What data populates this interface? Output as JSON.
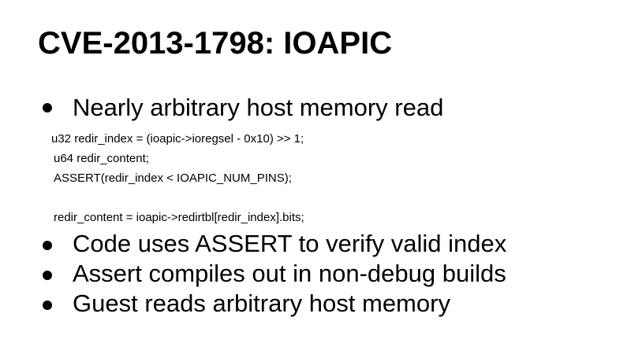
{
  "slide": {
    "title": "CVE-2013-1798: IOAPIC",
    "lead_bullet": "Nearly arbitrary host memory read",
    "code_lines": [
      "u32 redir_index = (ioapic->ioregsel - 0x10) >> 1;",
      "u64 redir_content;",
      "ASSERT(redir_index < IOAPIC_NUM_PINS);",
      "",
      "redir_content = ioapic->redirtbl[redir_index].bits;"
    ],
    "bullets": [
      "Code uses ASSERT to verify valid index",
      "Assert compiles out in non-debug builds",
      "Guest reads arbitrary host memory"
    ],
    "colors": {
      "background": "#ffffff",
      "text": "#000000"
    }
  }
}
